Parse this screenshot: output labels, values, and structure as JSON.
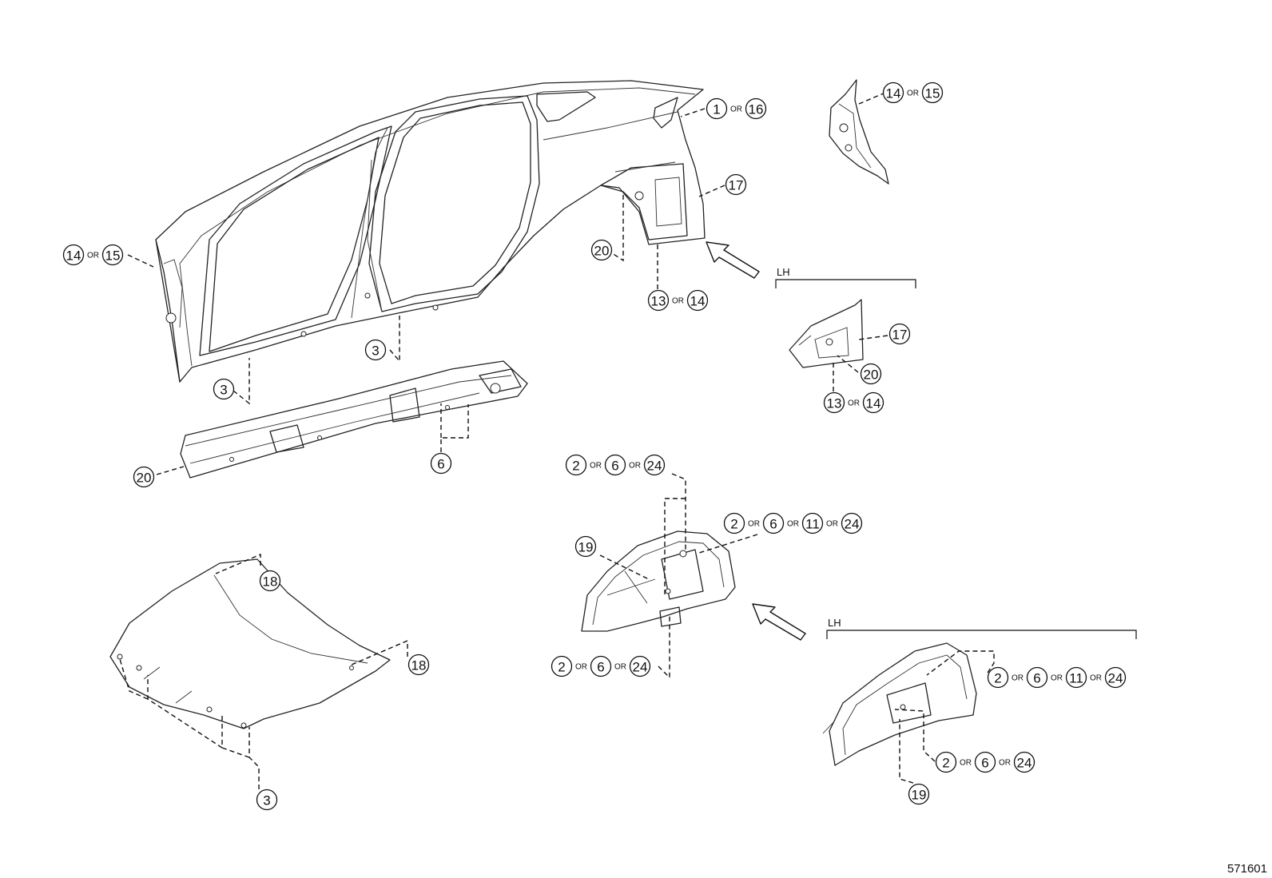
{
  "diagram": {
    "callouts": {
      "c1": {
        "parts": [
          "1",
          "16"
        ]
      },
      "c2": {
        "parts": [
          "14",
          "15"
        ]
      },
      "c3": {
        "parts": [
          "17"
        ]
      },
      "c4": {
        "parts": [
          "20"
        ]
      },
      "c5": {
        "parts": [
          "13",
          "14"
        ]
      },
      "c6": {
        "parts": [
          "14",
          "15"
        ]
      },
      "c7": {
        "parts": [
          "3"
        ]
      },
      "c8": {
        "parts": [
          "3"
        ]
      },
      "c9": {
        "parts": [
          "17"
        ]
      },
      "c10": {
        "parts": [
          "20"
        ]
      },
      "c11": {
        "parts": [
          "13",
          "14"
        ]
      },
      "c12": {
        "parts": [
          "20"
        ]
      },
      "c13": {
        "parts": [
          "6"
        ]
      },
      "c14": {
        "parts": [
          "2",
          "6",
          "24"
        ]
      },
      "c15": {
        "parts": [
          "2",
          "6",
          "11",
          "24"
        ]
      },
      "c16": {
        "parts": [
          "19"
        ]
      },
      "c17": {
        "parts": [
          "2",
          "6",
          "24"
        ]
      },
      "c18": {
        "parts": [
          "18"
        ]
      },
      "c19": {
        "parts": [
          "18"
        ]
      },
      "c20": {
        "parts": [
          "3"
        ]
      },
      "c21": {
        "parts": [
          "2",
          "6",
          "11",
          "24"
        ]
      },
      "c22": {
        "parts": [
          "2",
          "6",
          "24"
        ]
      },
      "c23": {
        "parts": [
          "19"
        ]
      }
    },
    "or_label": "OR",
    "lh_labels": {
      "upper": "LH",
      "lower": "LH"
    },
    "illustration_code": "571601"
  }
}
